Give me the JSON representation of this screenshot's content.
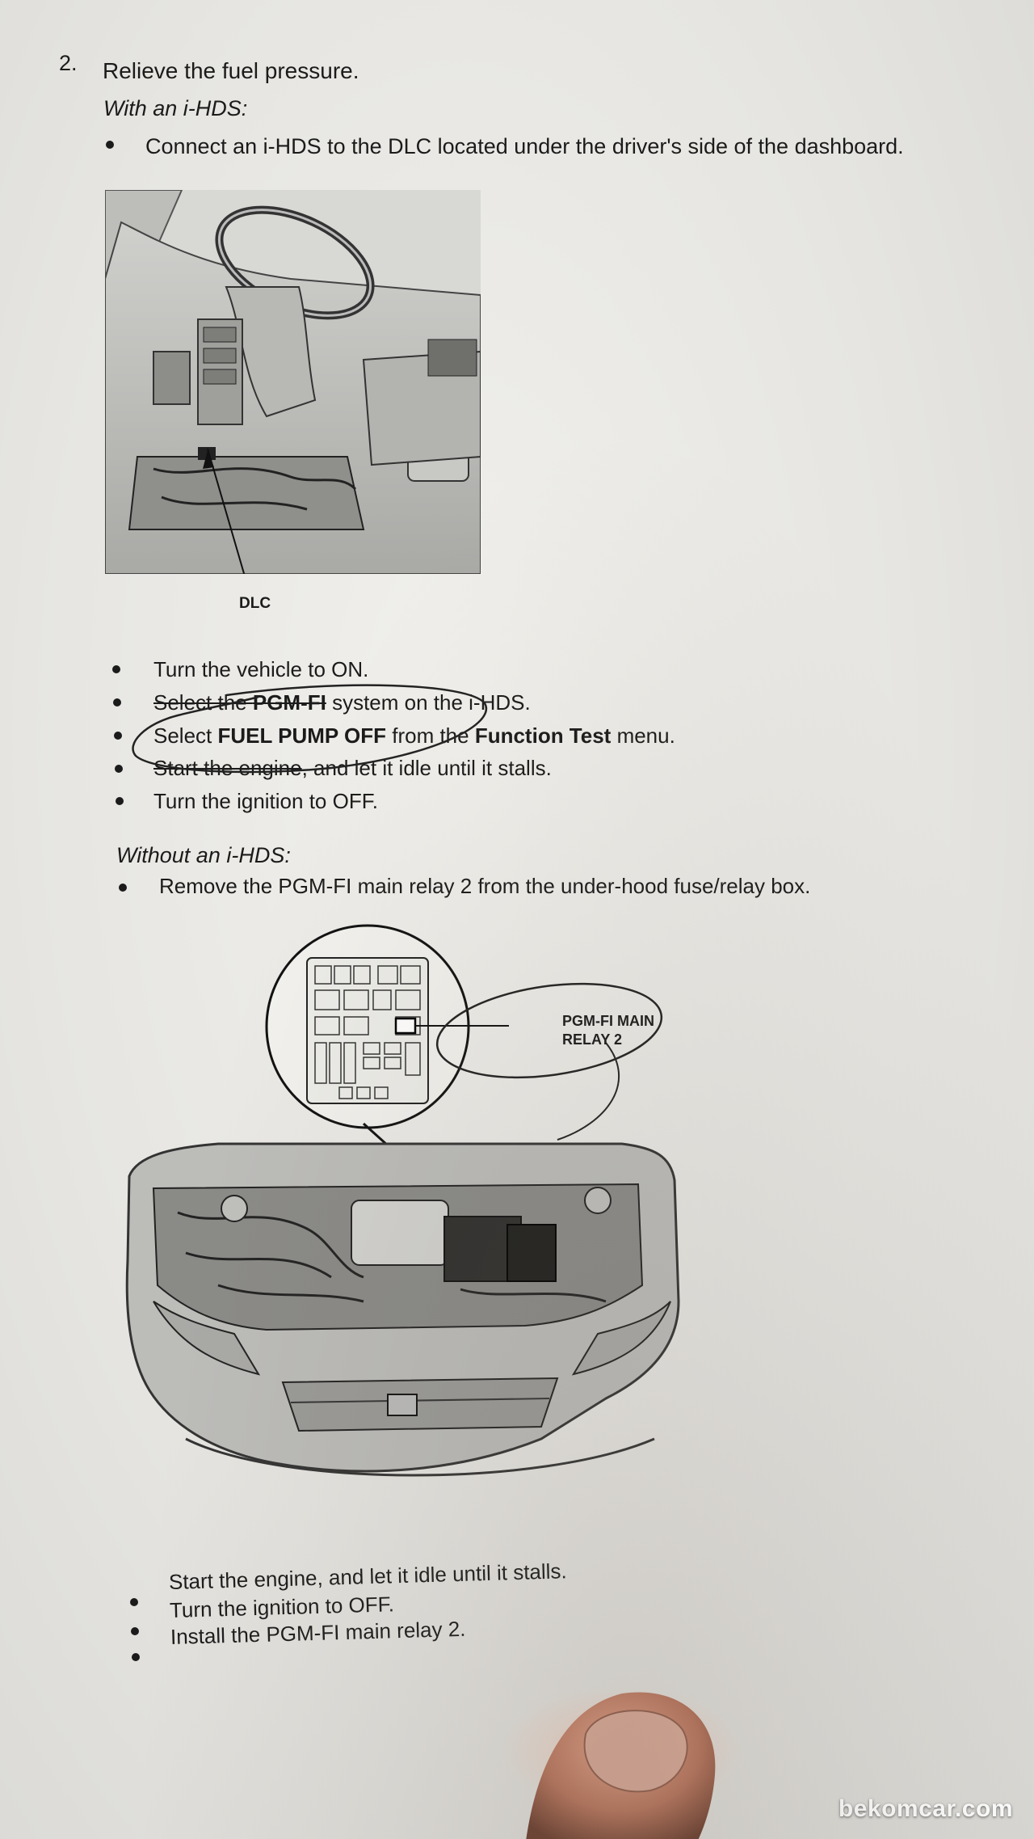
{
  "step": {
    "number": "2.",
    "title": "Relieve the fuel pressure."
  },
  "with_hds": {
    "heading": "With an i-HDS:",
    "connect_text": "Connect an i-HDS to the DLC located under the driver's side of the dashboard.",
    "figure_label": "DLC",
    "steps": [
      {
        "pre": "Turn the vehicle to ON.",
        "bold": "",
        "post": ""
      },
      {
        "pre": "Select the ",
        "bold": "PGM-FI",
        "post": " system on the i-HDS."
      },
      {
        "pre": "Select ",
        "bold": "FUEL PUMP OFF",
        "mid": " from the ",
        "bold2": "Function Test",
        "post": " menu."
      },
      {
        "pre": "Start the engine",
        "bold": "",
        "post": ", and let it idle until it stalls."
      },
      {
        "pre": "Turn the ignition to OFF.",
        "bold": "",
        "post": ""
      }
    ]
  },
  "without_hds": {
    "heading": "Without an i-HDS:",
    "remove_text": "Remove the PGM-FI main relay 2 from the under-hood fuse/relay box.",
    "figure_label_line1": "PGM-FI MAIN",
    "figure_label_line2": "RELAY 2",
    "steps": [
      "Start the engine, and let it idle until it stalls.",
      "Turn the ignition to OFF.",
      "Install the PGM-FI main relay 2."
    ]
  },
  "watermark": "bekomcar.com",
  "colors": {
    "ink": "#1b1b1b",
    "paper": "#ecebe7",
    "pen": "#222222"
  }
}
